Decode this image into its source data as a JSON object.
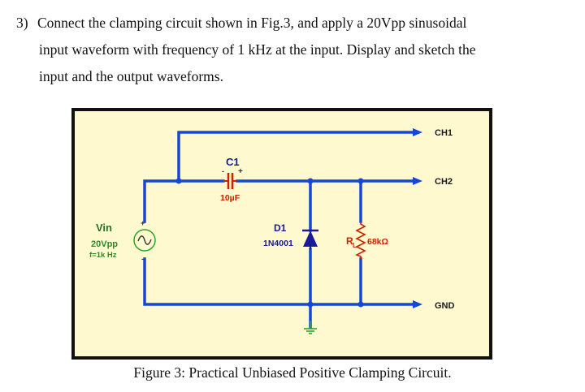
{
  "question": {
    "number": "3)",
    "lines": [
      "Connect the clamping circuit shown in Fig.3, and apply a 20Vpp sinusoidal",
      "input waveform with frequency of 1 kHz at the input. Display and sketch the",
      "input and the output waveforms."
    ]
  },
  "circuit": {
    "ch1": "CH1",
    "ch2": "CH2",
    "gnd": "GND",
    "c1_name": "C1",
    "c1_value": "10µF",
    "c1_plus": "+",
    "c1_minus": "-",
    "source_name": "Vin",
    "source_amplitude": "20Vpp",
    "source_freq": "f=1k Hz",
    "source_plus": "+",
    "source_minus": "-",
    "diode_name": "D1",
    "diode_part": "1N4001",
    "resistor_name": "R",
    "resistor_sub": "L",
    "resistor_value": "68kΩ",
    "colors": {
      "background": "#fff9d0",
      "frame": "#111111",
      "wire": "#1646d6",
      "label": "#1a1a99",
      "component": "#cc2200",
      "diode": "#1a1a99",
      "ground": "#2aa52a",
      "source": "#2aa52a"
    }
  },
  "caption": "Figure 3: Practical Unbiased Positive Clamping Circuit."
}
